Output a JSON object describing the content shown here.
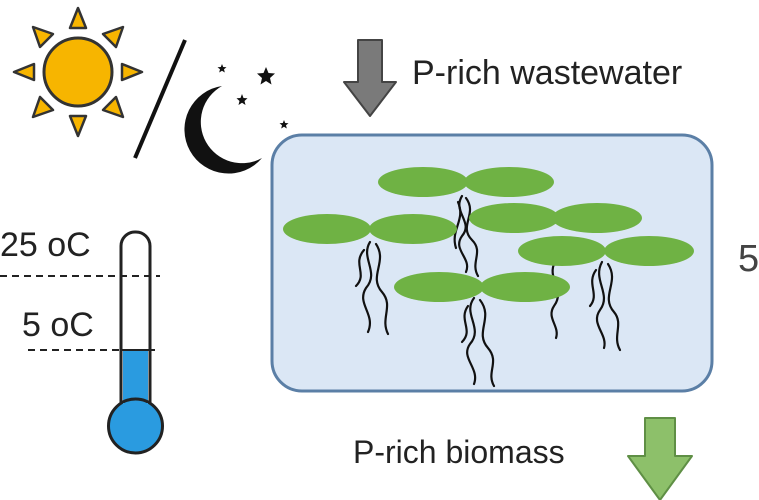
{
  "diagram": {
    "inflow_label": "P-rich wastewater",
    "outflow_label": "P-rich biomass",
    "temperature_high": "25 oC",
    "temperature_low": "5 oC",
    "edge_fragment": "5",
    "icons": [
      "sun-icon",
      "moon-icon",
      "star-icon",
      "thermometer-icon",
      "down-arrow-icon",
      "duckweed-icon"
    ],
    "colors": {
      "sun": "#f7b500",
      "tank_fill": "#dbe7f5",
      "tank_border": "#5b7fa6",
      "frond": "#6fb244",
      "thermometer_fluid": "#2a9be0",
      "inflow_arrow": "#7a7a7a",
      "outflow_arrow": "#8dc06a"
    }
  }
}
